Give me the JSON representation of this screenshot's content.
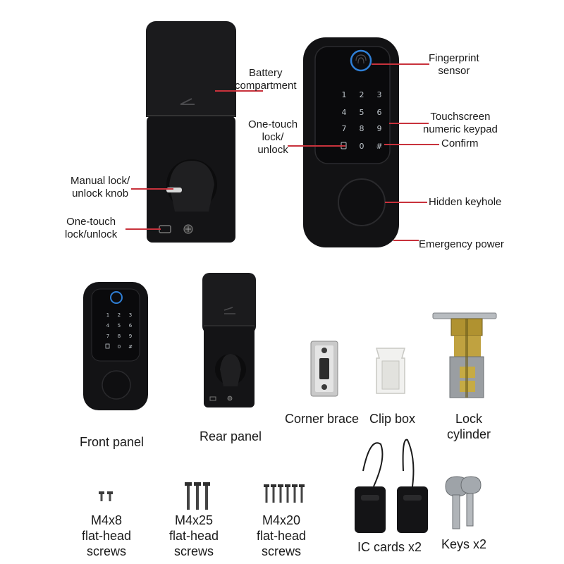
{
  "callouts": {
    "battery_compartment": [
      "Battery",
      "compartment"
    ],
    "manual_knob": [
      "Manual lock/",
      "unlock knob"
    ],
    "one_touch_rear": [
      "One-touch",
      "lock/unlock"
    ],
    "one_touch_front": [
      "One-touch",
      "lock/",
      "unlock"
    ],
    "fingerprint_sensor": [
      "Fingerprint",
      "sensor"
    ],
    "touchscreen_keypad": [
      "Touchscreen",
      "numeric keypad"
    ],
    "confirm": "Confirm",
    "hidden_keyhole": "Hidden keyhole",
    "emergency_power": "Emergency power"
  },
  "keypad": {
    "keys": [
      "1",
      "2",
      "3",
      "4",
      "5",
      "6",
      "7",
      "8",
      "9",
      "0",
      "#"
    ]
  },
  "components": {
    "front_panel": "Front panel",
    "rear_panel": "Rear panel",
    "corner_brace": "Corner brace",
    "clip_box": "Clip box",
    "lock_cylinder": [
      "Lock",
      "cylinder"
    ],
    "m4x8": [
      "M4x8",
      "flat-head",
      "screws"
    ],
    "m4x25": [
      "M4x25",
      "flat-head",
      "screws"
    ],
    "m4x20": [
      "M4x20",
      "flat-head",
      "screws"
    ],
    "ic_cards": "IC cards x2",
    "keys": "Keys x2"
  },
  "colors": {
    "callout_line": "#c8323c",
    "device_body": "#151517",
    "fingerprint_ring": "#2f7fd6"
  }
}
